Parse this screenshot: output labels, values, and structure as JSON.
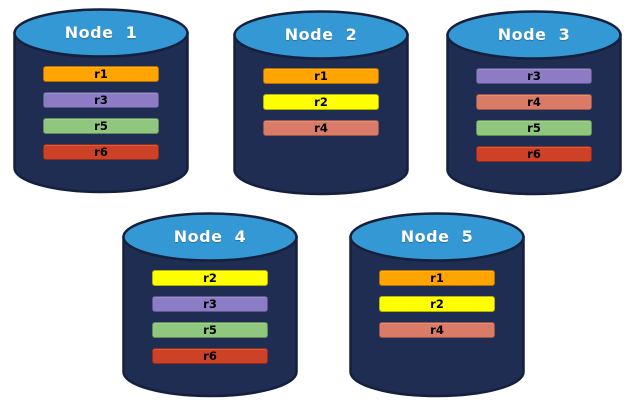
{
  "diagram": {
    "background": "#ffffff",
    "node_style": {
      "body_color": "#1F2D53",
      "top_color": "#3498D5",
      "outline_color": "#15203D"
    }
  },
  "replica_colors": {
    "r1": "#FFA400",
    "r2": "#FFFF00",
    "r3": "#8B7CC5",
    "r4": "#DA7B68",
    "r5": "#8FC77E",
    "r6": "#CD4226"
  },
  "nodes": [
    {
      "label": "Node  1",
      "replicas": [
        "r1",
        "r3",
        "r5",
        "r6"
      ]
    },
    {
      "label": "Node  2",
      "replicas": [
        "r1",
        "r2",
        "r4"
      ]
    },
    {
      "label": "Node  3",
      "replicas": [
        "r3",
        "r4",
        "r5",
        "r6"
      ]
    },
    {
      "label": "Node  4",
      "replicas": [
        "r2",
        "r3",
        "r5",
        "r6"
      ]
    },
    {
      "label": "Node  5",
      "replicas": [
        "r1",
        "r2",
        "r4"
      ]
    }
  ]
}
